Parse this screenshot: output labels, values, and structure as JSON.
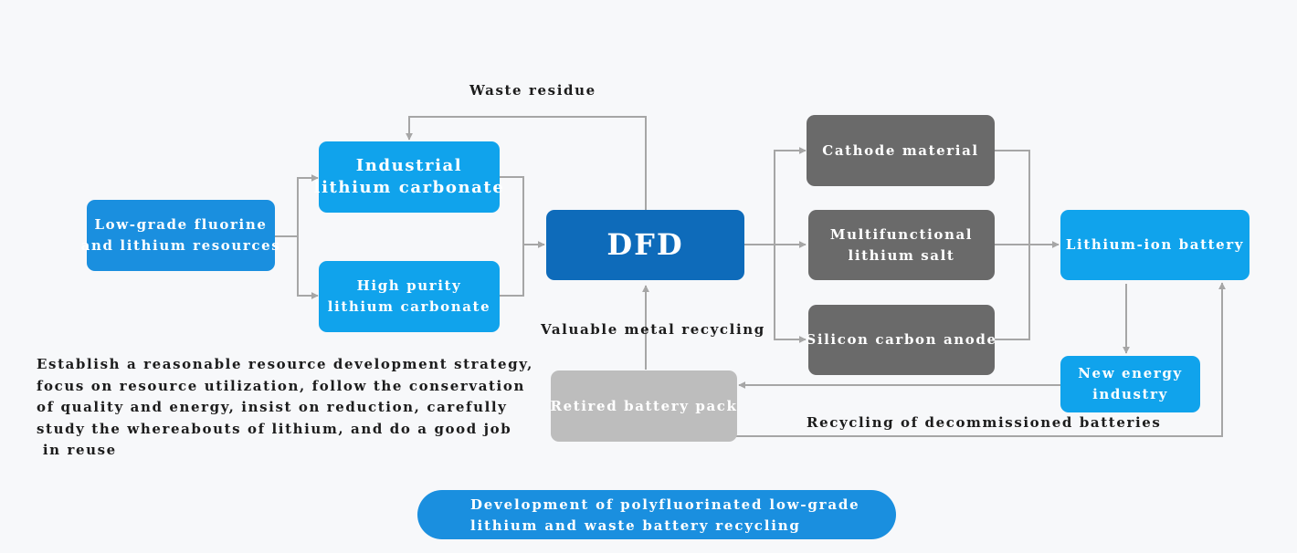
{
  "nodes": {
    "low_grade": [
      "Low-grade fluorine",
      "and lithium resources"
    ],
    "industrial": [
      "Industrial",
      "lithium carbonate"
    ],
    "high_purity": [
      "High purity",
      "lithium carbonate"
    ],
    "dfd": "DFD",
    "cathode": "Cathode material",
    "multifunctional": [
      "Multifunctional",
      "lithium salt"
    ],
    "silicon": "Silicon carbon anode",
    "battery": "Lithium-ion battery",
    "new_energy": [
      "New energy",
      "industry"
    ],
    "retired": "Retired battery pack"
  },
  "labels": {
    "waste_residue": "Waste residue",
    "valuable_metal": "Valuable metal recycling",
    "decommissioned": "Recycling of decommissioned batteries"
  },
  "description": [
    "Establish a reasonable resource development strategy,",
    "focus on resource utilization, follow the conservation",
    "of quality and energy, insist on reduction, carefully",
    "study the whereabouts of lithium, and do a good job",
    " in reuse"
  ],
  "footer": [
    "Development of polyfluorinated low-grade",
    "lithium and waste battery recycling"
  ],
  "colors": {
    "blue_light": "#10a3ec",
    "blue_mid": "#1a8fdf",
    "blue_dark": "#0e6bba",
    "grey_dark": "#6a6a6a",
    "grey_light": "#bdbdbd",
    "connector": "#a6a6a6"
  }
}
